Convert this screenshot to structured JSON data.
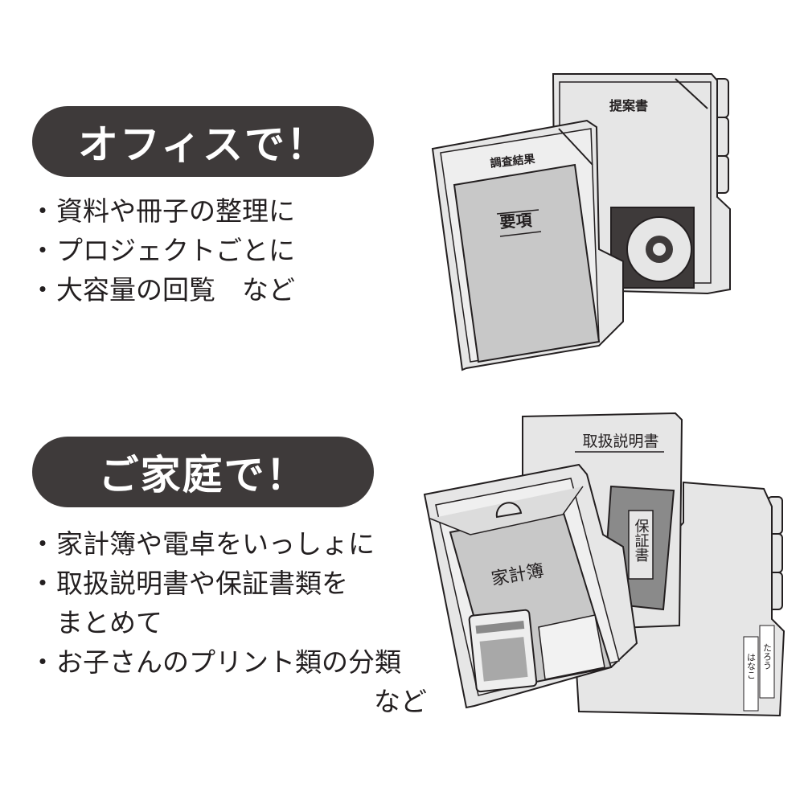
{
  "office": {
    "heading": "オフィスで！",
    "items": [
      "資料や冊子の整理に",
      "プロジェクトごとに",
      "大容量の回覧　など"
    ],
    "illustration": {
      "folder_back_label": "提案書",
      "folder_front_label": "調査結果",
      "document_label": "要項"
    }
  },
  "home": {
    "heading": "ご家庭で！",
    "items": [
      "家計簿や電卓をいっしょに",
      "取扱説明書や保証書類を",
      "お子さんのプリント類の分類"
    ],
    "item2_continuation": "まとめて",
    "item3_continuation": "など",
    "illustration": {
      "manual_label": "取扱説明書",
      "warranty_label": "保証書",
      "ledger_label": "家計簿",
      "tab_label_1": "たろう",
      "tab_label_2": "はなこ"
    }
  },
  "colors": {
    "pill": "#3e3a3a",
    "folder": "#e6e6e6",
    "document": "#c8c8c8",
    "dark": "#3e3a3a"
  }
}
